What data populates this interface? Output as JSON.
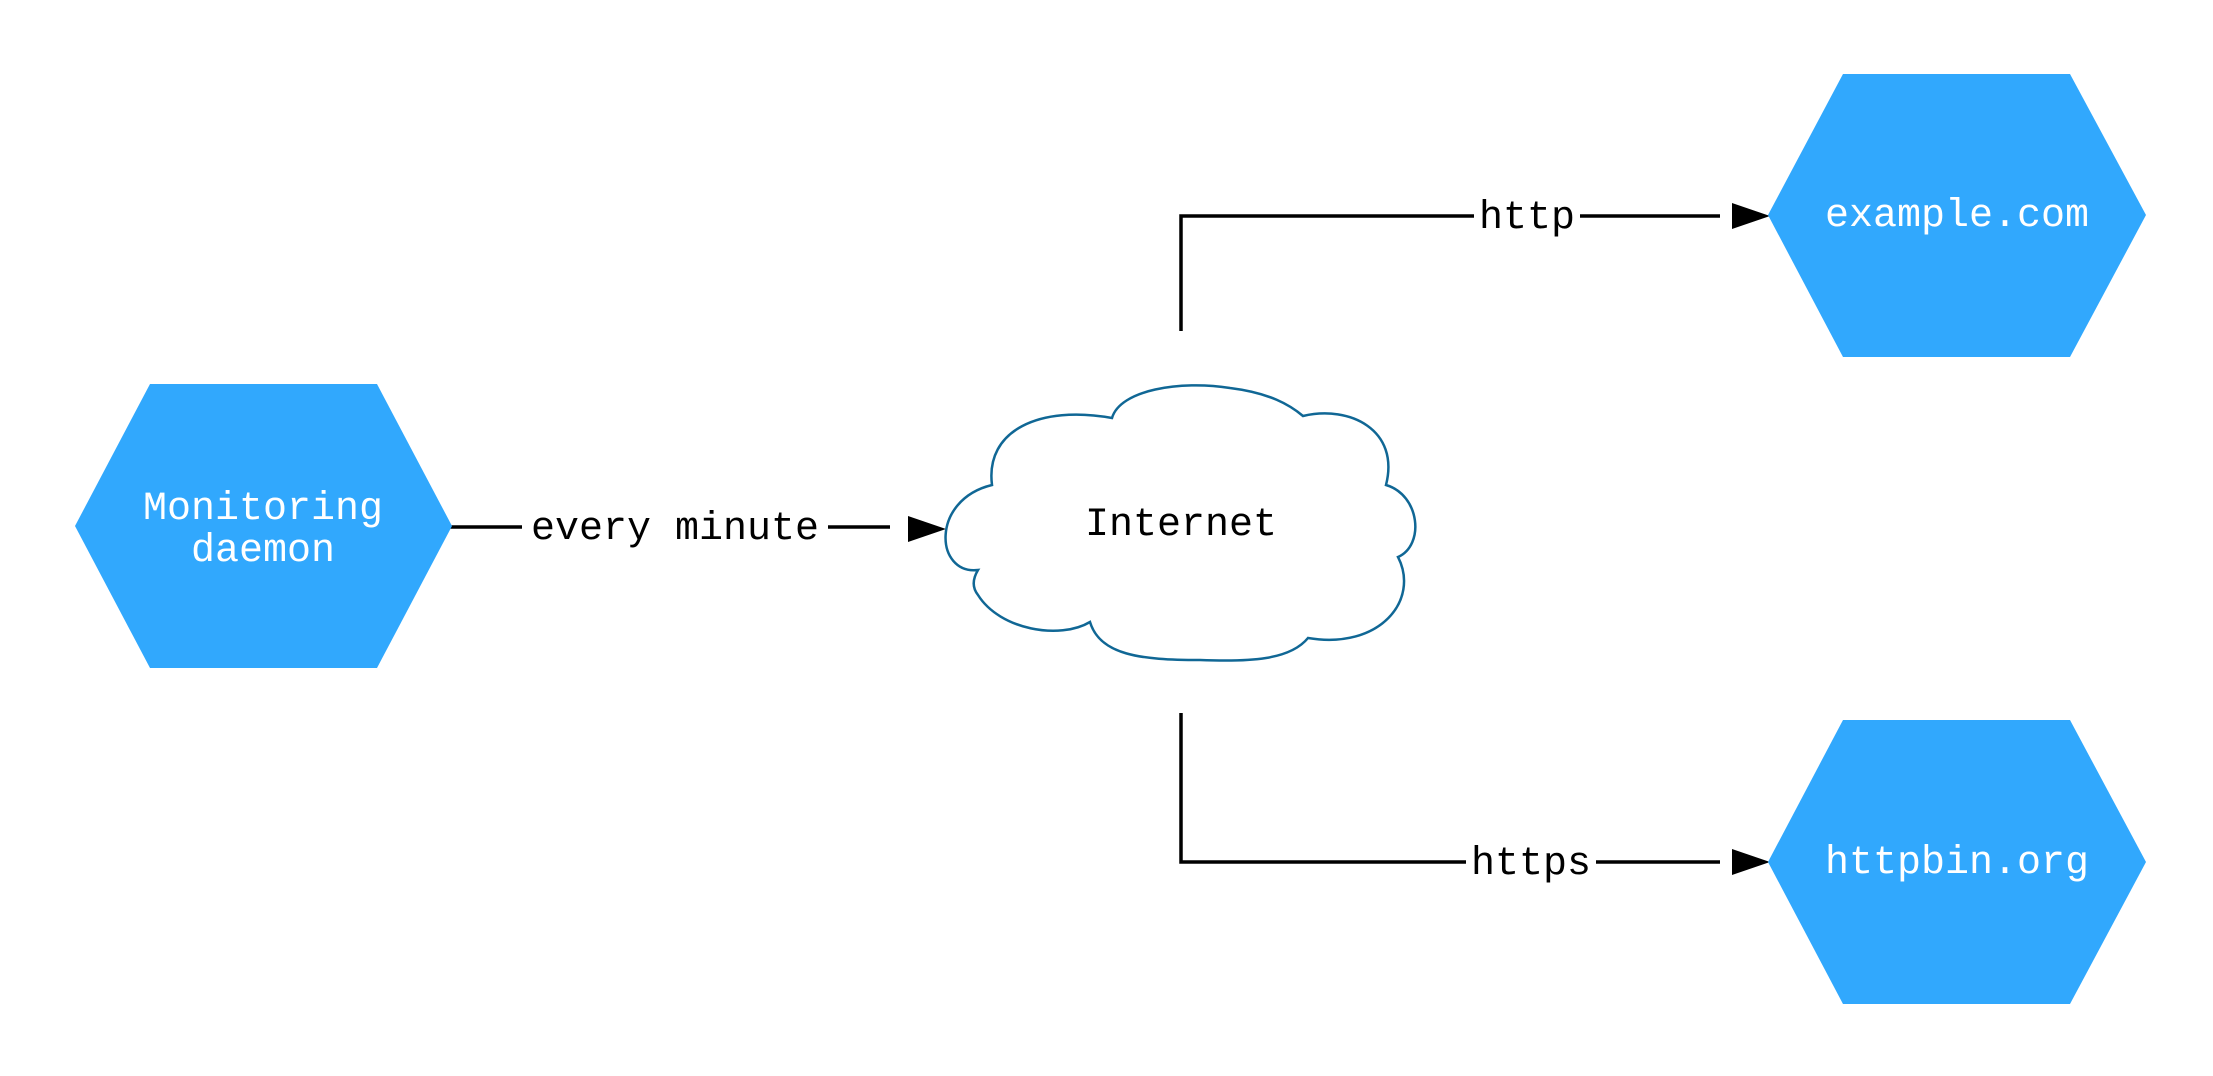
{
  "colors": {
    "node_fill": "#31a8fd",
    "node_text": "#ffffff",
    "cloud_stroke": "#106795",
    "edge": "#000000",
    "background": "#ffffff"
  },
  "nodes": {
    "monitoring": {
      "line1": "Monitoring",
      "line2": "daemon",
      "shape": "hexagon"
    },
    "internet": {
      "label": "Internet",
      "shape": "cloud"
    },
    "example": {
      "label": "example.com",
      "shape": "hexagon"
    },
    "httpbin": {
      "label": "httpbin.org",
      "shape": "hexagon"
    }
  },
  "edges": {
    "monitor_to_internet": {
      "label": "every minute"
    },
    "internet_to_example": {
      "label": "http"
    },
    "internet_to_httpbin": {
      "label": "https"
    }
  }
}
